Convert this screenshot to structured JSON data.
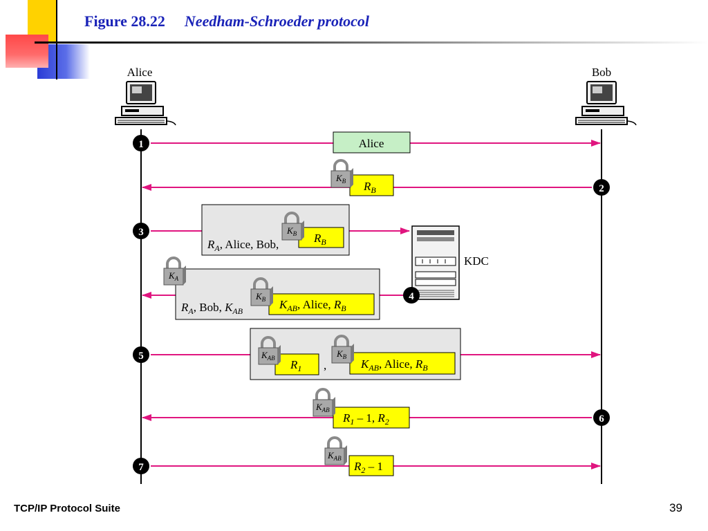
{
  "header": {
    "figure_label": "Figure 28.22",
    "figure_title": "Needham-Schroeder protocol"
  },
  "footer": {
    "suite": "TCP/IP Protocol Suite",
    "page_number": "39"
  },
  "parties": {
    "alice": "Alice",
    "bob": "Bob",
    "kdc": "KDC"
  },
  "steps": [
    "1",
    "2",
    "3",
    "4",
    "5",
    "6",
    "7"
  ],
  "colors": {
    "arrow": "#e0157f",
    "title": "#1a23b8",
    "yellow": "#ffff00",
    "green_box": "#c6efc6",
    "gray_box": "#e6e6e6"
  },
  "messages": {
    "m1": {
      "text": "Alice"
    },
    "m2": {
      "lock": "B",
      "content": "B"
    },
    "m3": {
      "prefix_a": "A",
      "prefix_rest": ", Alice, Bob,",
      "lock": "B",
      "content": "B"
    },
    "m4": {
      "outer_lock": "A",
      "prefix_a": "A",
      "prefix_mid": ", Bob, ",
      "prefix_k": "AB",
      "inner_lock": "B",
      "k_sub": "AB",
      "inner_rest": ", Alice, ",
      "r_sub": "B"
    },
    "m5": {
      "lock1": "AB",
      "r_sub": "1",
      "comma": ",",
      "lock2": "B",
      "k_sub": "AB",
      "inner_rest": ", Alice, ",
      "r_sub2": "B"
    },
    "m6": {
      "lock": "AB",
      "r1_sub": "1",
      "mid": " – 1, ",
      "r2_sub": "2"
    },
    "m7": {
      "lock": "AB",
      "r2_sub": "2",
      "tail": " – 1"
    }
  }
}
